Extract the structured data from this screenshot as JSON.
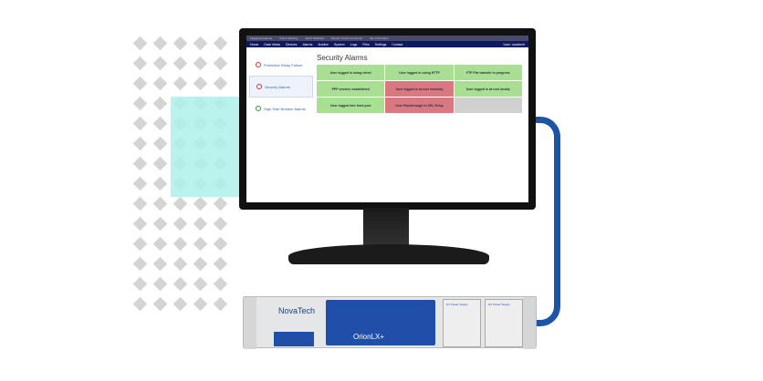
{
  "topbar": {
    "links": [
      "Flagging Features",
      "Points Warning",
      "Alarm Statistics",
      "Monitor Points comments",
      "File Information"
    ]
  },
  "nav": {
    "items": [
      "Home",
      "Data Views",
      "Devices",
      "Alarms",
      "Archive",
      "System",
      "Logs",
      "Files",
      "Settings",
      "Contact"
    ],
    "user": "User: novatech"
  },
  "sidebar": {
    "items": [
      {
        "label": "Protective Relay Failure"
      },
      {
        "label": "Security Alarms"
      },
      {
        "label": "High Side Breaker Alarms"
      }
    ]
  },
  "page": {
    "title": "Security Alarms"
  },
  "alarms": [
    {
      "label": "User logged in using telnet",
      "status": "green"
    },
    {
      "label": "User logged in using HTTP",
      "status": "green"
    },
    {
      "label": "FTP File transfer in progress",
      "status": "green"
    },
    {
      "label": "PPP session established",
      "status": "green"
    },
    {
      "label": "User logged in at root remotely",
      "status": "red"
    },
    {
      "label": "User logged in at root locally",
      "status": "green"
    },
    {
      "label": "User logged into front port",
      "status": "green"
    },
    {
      "label": "User Passthrough to SEL Relay",
      "status": "red"
    },
    {
      "label": "",
      "status": "gray"
    }
  ],
  "device": {
    "brand": "NovaTech",
    "product": "OrionLX+",
    "power_supply": "HV Power Supply"
  },
  "colors": {
    "nav": "#0d1b5e",
    "alarm_ok": "#a9df93",
    "alarm_active": "#d97880",
    "cable": "#1c55a8",
    "accent": "#aef0ea"
  }
}
